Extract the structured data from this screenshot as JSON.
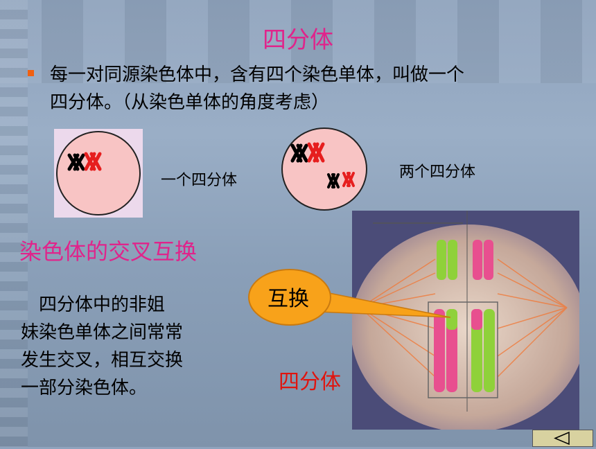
{
  "title": "四分体",
  "bullet": {
    "text_line1": "每一对同源染色体中，含有四个染色单体，叫做一个",
    "text_line2": "四分体。（从染色单体的角度考虑）"
  },
  "diagram": {
    "caption_one": "一个四分体",
    "caption_two": "两个四分体"
  },
  "crossover": {
    "heading": "染色体的交叉互换",
    "paragraph_lines": [
      "　四分体中的非姐",
      "妹染色单体之间常常",
      "发生交叉，相互交换",
      "一部分染色体。"
    ]
  },
  "photo": {
    "callout": "互换",
    "label": "四分体"
  },
  "nav": {
    "icon": "triangle-left-icon"
  },
  "colors": {
    "title": "#e0248b",
    "label": "#e0140e",
    "bullet": "#f06010",
    "callout": "#f8a21a"
  }
}
